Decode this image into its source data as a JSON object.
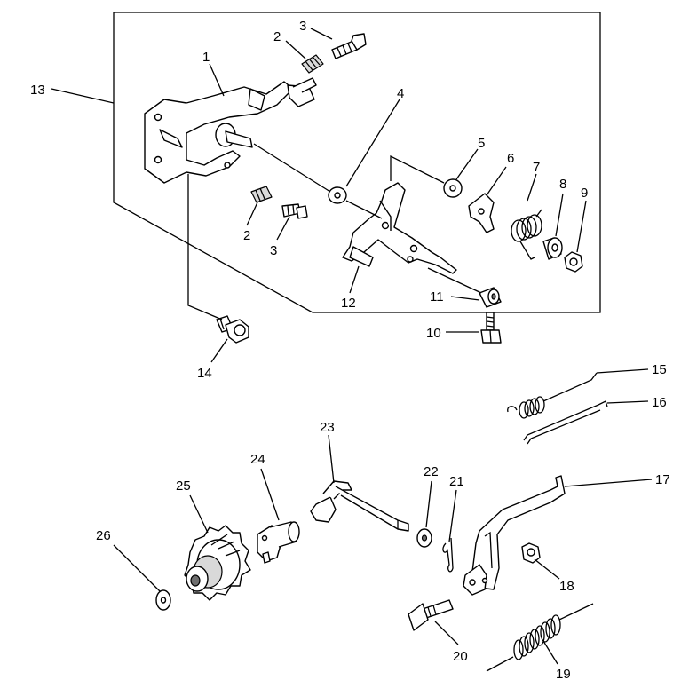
{
  "callouts": {
    "c1": "1",
    "c2a": "2",
    "c2b": "2",
    "c3a": "3",
    "c3b": "3",
    "c4": "4",
    "c5": "5",
    "c6": "6",
    "c7": "7",
    "c8": "8",
    "c9": "9",
    "c10": "10",
    "c11": "11",
    "c12": "12",
    "c13": "13",
    "c14": "14",
    "c15": "15",
    "c16": "16",
    "c17": "17",
    "c18": "18",
    "c19": "19",
    "c20": "20",
    "c21": "21",
    "c22": "22",
    "c23": "23",
    "c24": "24",
    "c25": "25",
    "c26": "26"
  }
}
